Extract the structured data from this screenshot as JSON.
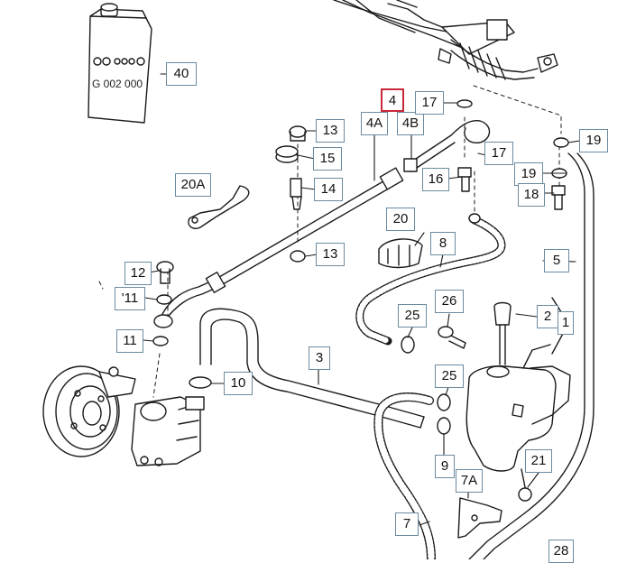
{
  "can": {
    "part_code": "G 002 000"
  },
  "callouts": [
    {
      "id": "c40",
      "text": "40"
    },
    {
      "id": "c4",
      "text": "4"
    },
    {
      "id": "c4a",
      "text": "4A"
    },
    {
      "id": "c4b",
      "text": "4B"
    },
    {
      "id": "c17a",
      "text": "17"
    },
    {
      "id": "c13a",
      "text": "13"
    },
    {
      "id": "c15",
      "text": "15"
    },
    {
      "id": "c14",
      "text": "14"
    },
    {
      "id": "c13b",
      "text": "13"
    },
    {
      "id": "c16",
      "text": "16"
    },
    {
      "id": "c17b",
      "text": "17"
    },
    {
      "id": "c19a",
      "text": "19"
    },
    {
      "id": "c19b",
      "text": "19"
    },
    {
      "id": "c18",
      "text": "18"
    },
    {
      "id": "c20a",
      "text": "20A"
    },
    {
      "id": "c20",
      "text": "20"
    },
    {
      "id": "c8",
      "text": "8"
    },
    {
      "id": "c5",
      "text": "5"
    },
    {
      "id": "c12",
      "text": "12"
    },
    {
      "id": "c11a",
      "text": "'11"
    },
    {
      "id": "c11b",
      "text": "11"
    },
    {
      "id": "c26",
      "text": "26"
    },
    {
      "id": "c25a",
      "text": "25"
    },
    {
      "id": "c2",
      "text": "2"
    },
    {
      "id": "c1",
      "text": "1"
    },
    {
      "id": "c3",
      "text": "3"
    },
    {
      "id": "c10",
      "text": "10"
    },
    {
      "id": "c25b",
      "text": "25"
    },
    {
      "id": "c9",
      "text": "9"
    },
    {
      "id": "c21",
      "text": "21"
    },
    {
      "id": "c7a",
      "text": "7A"
    },
    {
      "id": "c7",
      "text": "7"
    },
    {
      "id": "c28",
      "text": "28"
    }
  ]
}
